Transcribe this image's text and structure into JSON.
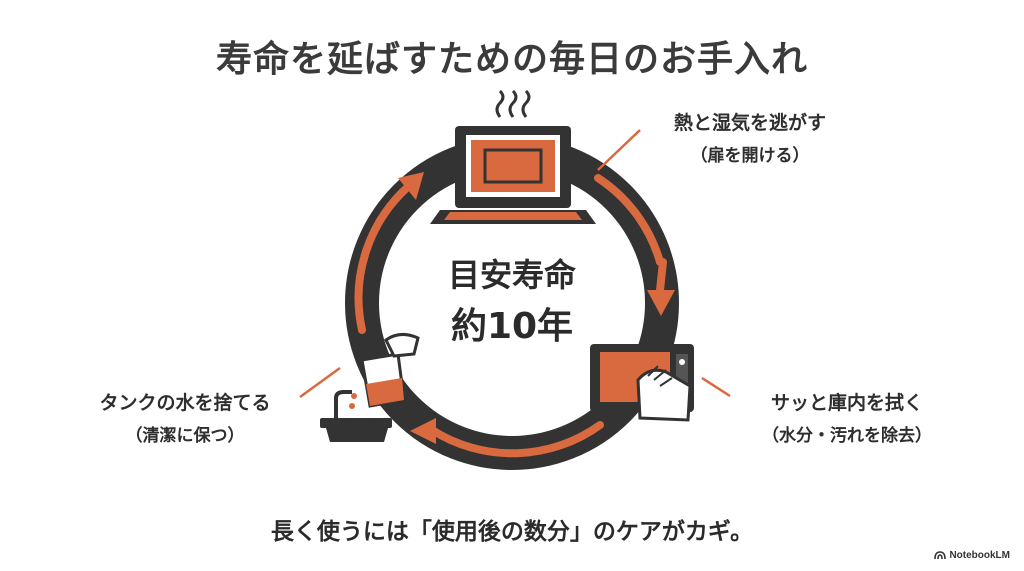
{
  "title": "寿命を延ばすための毎日のお手入れ",
  "center": {
    "line1": "目安寿命",
    "line2": "約10年"
  },
  "steps": [
    {
      "main": "熱と湿気を逃がす",
      "sub": "（扉を開ける）",
      "icon": "microwave-open-steam-icon"
    },
    {
      "main": "サッと庫内を拭く",
      "sub": "（水分・汚れを除去）",
      "icon": "microwave-wipe-icon"
    },
    {
      "main": "タンクの水を捨てる",
      "sub": "（清潔に保つ）",
      "icon": "pour-water-tank-icon"
    }
  ],
  "footer": "長く使うには「使用後の数分」のケアがカギ。",
  "branding": {
    "name": "NotebookLM"
  },
  "colors": {
    "ring": "#333333",
    "accent": "#d9693f",
    "text": "#2e2e2e"
  }
}
